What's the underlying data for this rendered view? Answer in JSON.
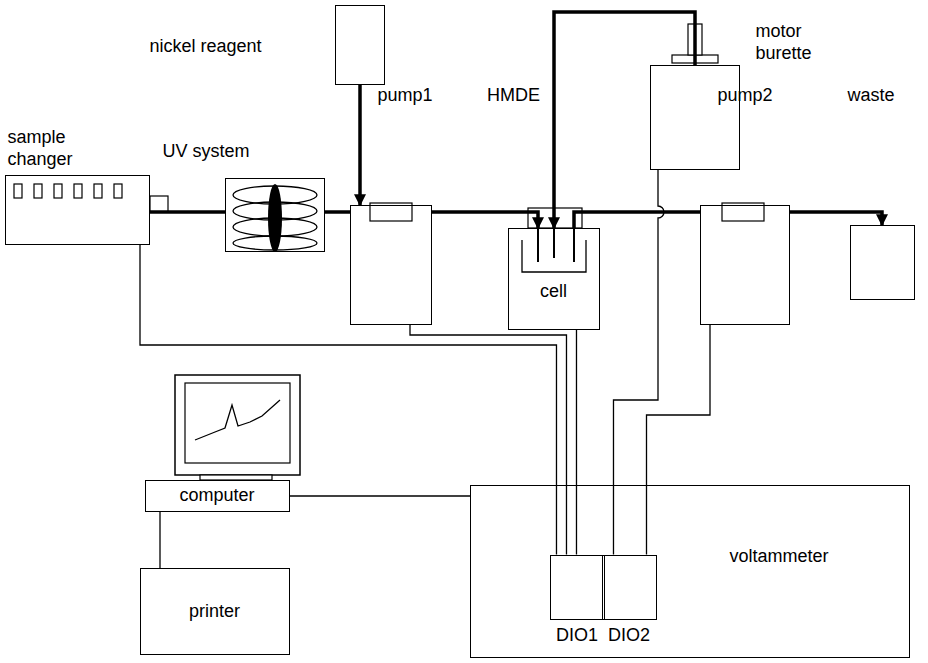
{
  "diagram": {
    "nodes": [
      {
        "text": [
          "nickel reagent"
        ]
      },
      {
        "text": [
          "sample changer"
        ]
      },
      {
        "text": [
          "UV system"
        ]
      },
      {
        "text": [
          "pump1"
        ]
      },
      {
        "text": [
          "cell"
        ]
      },
      {
        "text": [
          "motor burette"
        ]
      },
      {
        "text": [
          "pump2"
        ]
      },
      {
        "text": [
          "waste"
        ]
      },
      {
        "text": [
          "computer"
        ]
      },
      {
        "text": [
          "printer"
        ]
      },
      {
        "text": [
          "voltammeter"
        ]
      },
      {
        "text": [
          "DIO1"
        ],
        "in": 10
      },
      {
        "text": [
          "DIO2"
        ],
        "in": 10
      }
    ],
    "edges": [
      {
        "from": 1,
        "to": 2,
        "arrow": "none"
      },
      {
        "from": 2,
        "to": 3,
        "arrow": "none"
      },
      {
        "from": 3,
        "to": 4,
        "arrow": "to"
      },
      {
        "from": 4,
        "to": 6,
        "arrow": "none"
      },
      {
        "from": 6,
        "to": 7,
        "arrow": "to"
      },
      {
        "from": 0,
        "to": 3,
        "arrow": "to"
      },
      {
        "from": 5,
        "to": 4,
        "arrow": "to"
      },
      {
        "from": 1,
        "to": 11,
        "arrow": "none"
      },
      {
        "from": 3,
        "to": 11,
        "arrow": "none"
      },
      {
        "from": 4,
        "to": 11,
        "arrow": "none"
      },
      {
        "from": 5,
        "to": 12,
        "arrow": "none"
      },
      {
        "from": 6,
        "to": 12,
        "arrow": "none"
      },
      {
        "from": 8,
        "to": 10,
        "arrow": "none"
      },
      {
        "from": 8,
        "to": 9,
        "arrow": "none"
      }
    ],
    "labels": [
      "HMDE"
    ]
  }
}
